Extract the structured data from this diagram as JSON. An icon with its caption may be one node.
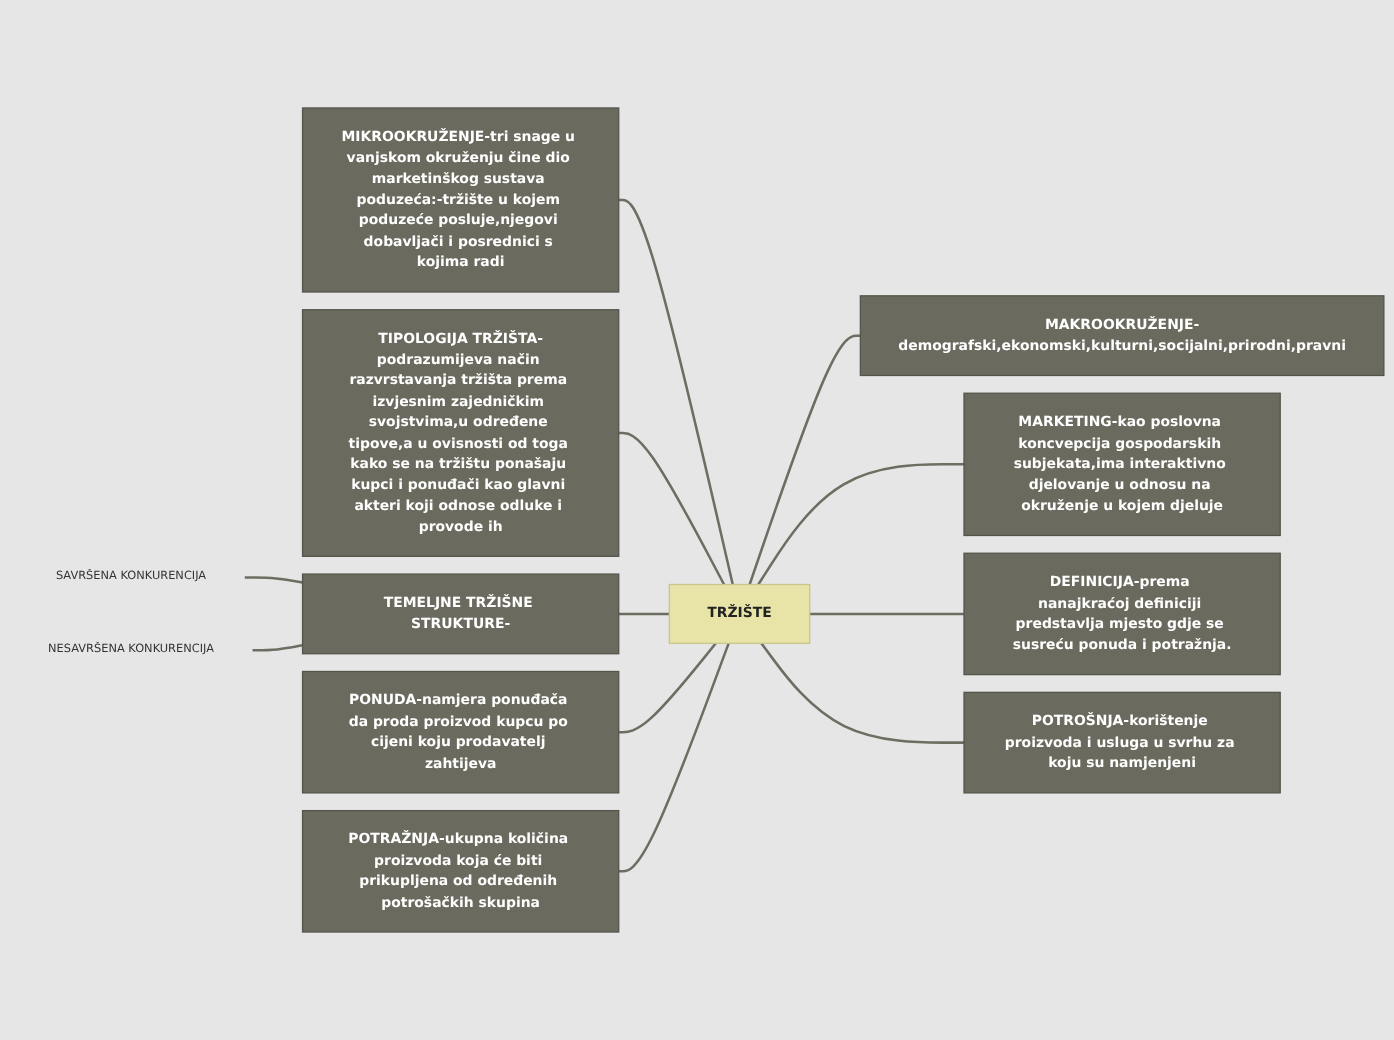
{
  "diagram": {
    "nodes": [
      {
        "text": [
          "TRŽIŠTE"
        ]
      },
      {
        "text": [
          "MIKROOKRUŽENJE-tri snage u vanjskom okruženju čine dio marketinškog sustava poduzeća:-tržište u kojem poduzeće posluje,njegovi dobavljači i posrednici s kojima radi"
        ]
      },
      {
        "text": [
          "MAKROOKRUŽENJE-demografski,ekonomski,kulturni,socijalni,prirodni,pravni"
        ]
      },
      {
        "text": [
          "TIPOLOGIJA TRŽIŠTA-podrazumijeva način razvrstavanja tržišta prema izvjesnim zajedničkim svojstvima,u određene tipove,a u ovisnosti od toga kako se na tržištu ponašaju kupci i ponuđači kao glavni akteri koji odnose odluke i provode ih"
        ]
      },
      {
        "text": [
          "MARKETING-kao poslovna koncvepcija gospodarskih subjekata,ima interaktivno djelovanje u odnosu na okruženje u kojem djeluje"
        ]
      },
      {
        "text": [
          "TEMELJNE TRŽIŠNE STRUKTURE-"
        ]
      },
      {
        "text": [
          "SAVRŠENA KONKURENCIJA"
        ]
      },
      {
        "text": [
          "NESAVRŠENA KONKURENCIJA"
        ]
      },
      {
        "text": [
          "DEFINICIJA-prema nanajkraćoj definiciji predstavlja mjesto gdje se susreću ponuda i potražnja."
        ]
      },
      {
        "text": [
          "PONUDA-namjera ponuđača da proda proizvod kupcu po cijeni koju prodavatelj zahtijeva"
        ]
      },
      {
        "text": [
          "POTROŠNJA-korištenje proizvoda i usluga u svrhu za koju su namjenjeni"
        ]
      },
      {
        "text": [
          "POTRAŽNJA-ukupna količina proizvoda koja će biti prikupljena od određenih potrošačkih skupina"
        ]
      }
    ],
    "edges": [
      {
        "from": 0,
        "to": 1,
        "arrow": "none"
      },
      {
        "from": 0,
        "to": 2,
        "arrow": "none"
      },
      {
        "from": 0,
        "to": 3,
        "arrow": "none"
      },
      {
        "from": 0,
        "to": 4,
        "arrow": "none"
      },
      {
        "from": 0,
        "to": 5,
        "arrow": "none"
      },
      {
        "from": 5,
        "to": 6,
        "arrow": "none"
      },
      {
        "from": 5,
        "to": 7,
        "arrow": "none"
      },
      {
        "from": 0,
        "to": 8,
        "arrow": "none"
      },
      {
        "from": 0,
        "to": 9,
        "arrow": "none"
      },
      {
        "from": 0,
        "to": 10,
        "arrow": "none"
      },
      {
        "from": 0,
        "to": 11,
        "arrow": "none"
      }
    ]
  }
}
